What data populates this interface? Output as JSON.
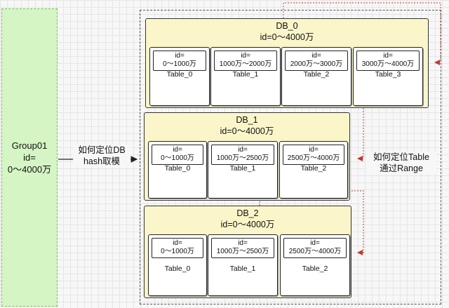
{
  "group": {
    "title": "Group01",
    "id_label": "id=",
    "range": "0～4000万"
  },
  "locate_db": {
    "line1": "如何定位DB",
    "line2": "hash取模"
  },
  "locate_table": {
    "line1": "如何定位Table",
    "line2": "通过Range"
  },
  "dbs": [
    {
      "name": "DB_0",
      "range": "id=0～4000万",
      "tables": [
        {
          "id_label": "id=",
          "range": "0～1000万",
          "name": "Table_0"
        },
        {
          "id_label": "id=",
          "range": "1000万～2000万",
          "name": "Table_1"
        },
        {
          "id_label": "id=",
          "range": "2000万～3000万",
          "name": "Table_2"
        },
        {
          "id_label": "id=",
          "range": "3000万～4000万",
          "name": "Table_3"
        }
      ]
    },
    {
      "name": "DB_1",
      "range": "id=0～4000万",
      "tables": [
        {
          "id_label": "id=",
          "range": "0～1000万",
          "name": "Table_0"
        },
        {
          "id_label": "id=",
          "range": "1000万～2500万",
          "name": "Table_1"
        },
        {
          "id_label": "id=",
          "range": "2500万～4000万",
          "name": "Table_2"
        }
      ]
    },
    {
      "name": "DB_2",
      "range": "id=0～4000万",
      "tables": [
        {
          "id_label": "id=",
          "range": "0～1000万",
          "name": "Table_0"
        },
        {
          "id_label": "id=",
          "range": "1000万～2500万",
          "name": "Table_1"
        },
        {
          "id_label": "id=",
          "range": "2500万～4000万",
          "name": "Table_2"
        }
      ]
    }
  ],
  "colors": {
    "group_fill": "#d5f5c4",
    "db_fill": "#fbf6c9",
    "connector": "#c0392b",
    "arrow": "#222222"
  }
}
